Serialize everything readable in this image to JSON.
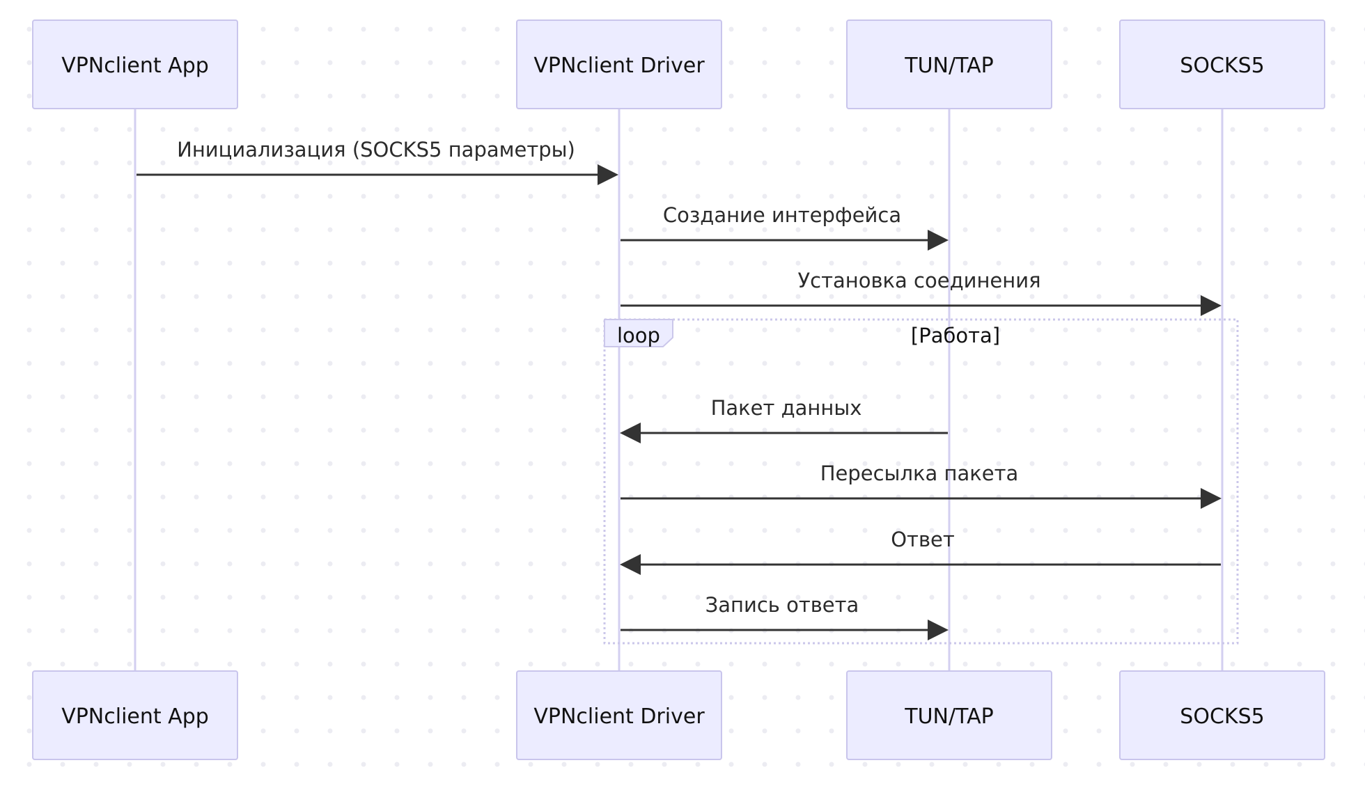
{
  "diagram": {
    "type": "sequence",
    "participants": [
      {
        "id": "app",
        "label": "VPNclient App"
      },
      {
        "id": "driver",
        "label": "VPNclient Driver"
      },
      {
        "id": "tun",
        "label": "TUN/TAP"
      },
      {
        "id": "socks",
        "label": "SOCKS5"
      }
    ],
    "messages": [
      {
        "from": "app",
        "to": "driver",
        "label": "Инициализация (SOCKS5 параметры)"
      },
      {
        "from": "driver",
        "to": "tun",
        "label": "Создание интерфейса"
      },
      {
        "from": "driver",
        "to": "socks",
        "label": "Установка соединения"
      },
      {
        "from": "tun",
        "to": "driver",
        "label": "Пакет данных"
      },
      {
        "from": "driver",
        "to": "socks",
        "label": "Пересылка пакета"
      },
      {
        "from": "socks",
        "to": "driver",
        "label": "Ответ"
      },
      {
        "from": "driver",
        "to": "tun",
        "label": "Запись ответа"
      }
    ],
    "loop": {
      "keyword": "loop",
      "condition": "[Работа]"
    },
    "colors": {
      "actor_fill": "#ececff",
      "actor_stroke": "#c9c5ec",
      "lifeline": "#d3cff0",
      "arrow": "#333333",
      "background_dots": "#ececf2"
    }
  }
}
